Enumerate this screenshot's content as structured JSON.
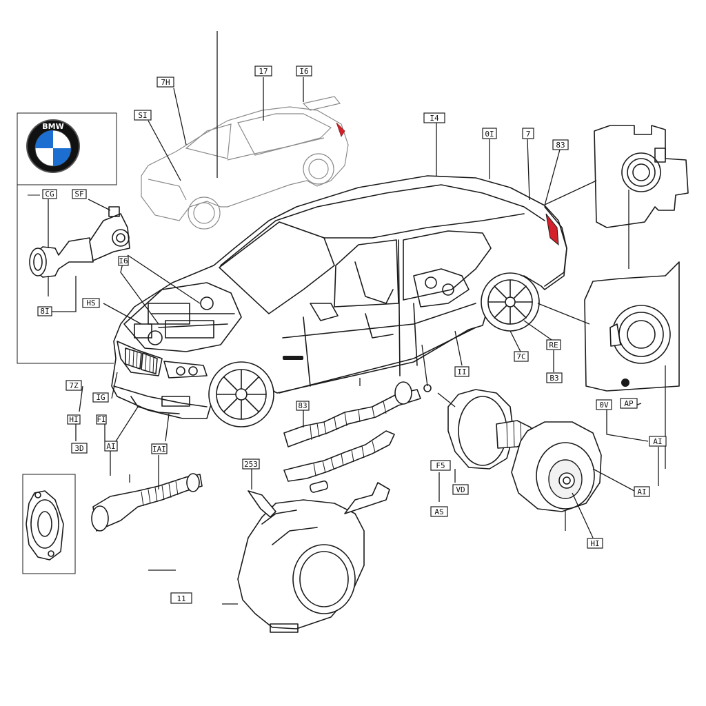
{
  "logo": {
    "brand": "BMW",
    "colors": {
      "ring": "#111111",
      "blue": "#1c6fd1",
      "white": "#ffffff"
    }
  },
  "accent_colors": {
    "taillight": "#d4202a",
    "line": "#1a1a1a"
  },
  "callouts": {
    "c1": "7H",
    "c2": "17",
    "c3": "I6",
    "c4": "SI",
    "c5": "CG",
    "c6": "SF",
    "c7": "I6",
    "c8": "HS",
    "c9": "8I",
    "c10": "I4",
    "c11": "0I",
    "c12": "7",
    "c13": "83",
    "c14": "RE",
    "c15": "7C",
    "c16": "II",
    "c17": "B3",
    "c18": "7Z",
    "c19": "IG",
    "c20": "HI",
    "c21": "FI",
    "c22": "3D",
    "c23": "AI",
    "c24": "IAI",
    "c25": "83",
    "c26": "253",
    "c27": "F5",
    "c28": "VD",
    "c29": "AS",
    "c30": "0V",
    "c31": "AP",
    "c32": "AI",
    "c33": "AI",
    "c34": "HI",
    "c35": "11"
  }
}
